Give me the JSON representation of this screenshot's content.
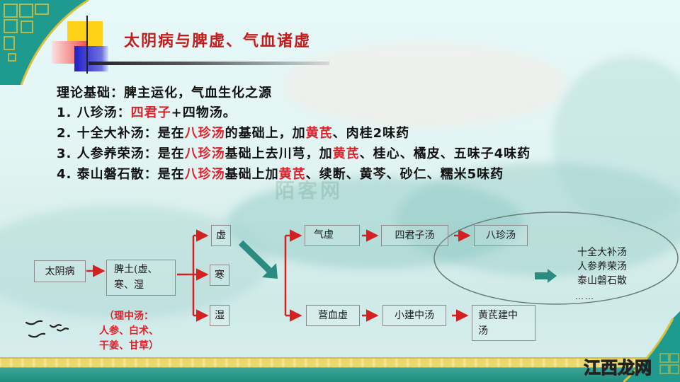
{
  "slide": {
    "title": "太阴病与脾虚、气血诸虚",
    "watermark": "陌客网",
    "colors": {
      "title_red": "#c41c1c",
      "highlight_red": "#e0202a",
      "teal": "#2a8c80",
      "gold": "#e9d770"
    }
  },
  "body": {
    "line0": "理论基础：脾主运化，气血生化之源",
    "line1": {
      "prefix": "1. 八珍汤：",
      "red": "四君子",
      "suffix": "+四物汤。"
    },
    "line2": {
      "prefix": "2. 十全大补汤：是在",
      "red1": "八珍汤",
      "mid": "的基础上，加",
      "red2": "黄芪",
      "suffix": "、肉桂2味药"
    },
    "line3": {
      "prefix": "3. 人参养荣汤：是在",
      "red1": "八珍汤",
      "mid": "基础上去川芎，加",
      "red2": "黄芪",
      "suffix": "、桂心、橘皮、五味子4味药"
    },
    "line4": {
      "prefix": "4. 泰山磐石散：是在",
      "red1": "八珍汤",
      "mid": "基础上加",
      "red2": "黄芪",
      "suffix": "、续断、黄芩、砂仁、糯米5味药"
    }
  },
  "diagram": {
    "taiyin": "太阴病",
    "piTu_line1": "脾土(虚、",
    "piTu_line2": "寒、湿",
    "xu": "虚",
    "han": "寒",
    "shi": "湿",
    "lizhong_note": [
      "（理中汤：",
      "人参、白术、",
      "干姜、甘草）"
    ],
    "qixu": "气虚",
    "sijunzi": "四君子汤",
    "bazhen": "八珍汤",
    "yingxuexu": "营血虚",
    "xiaojianzhong": "小建中汤",
    "huangqi_line1": "黄芪建中",
    "huangqi_line2": "汤",
    "results": [
      "十全大补汤",
      "人参养荣汤",
      "泰山磐石散"
    ],
    "ellipsis": "……"
  },
  "logo": {
    "part1": "江西",
    "part2": "龙网"
  }
}
